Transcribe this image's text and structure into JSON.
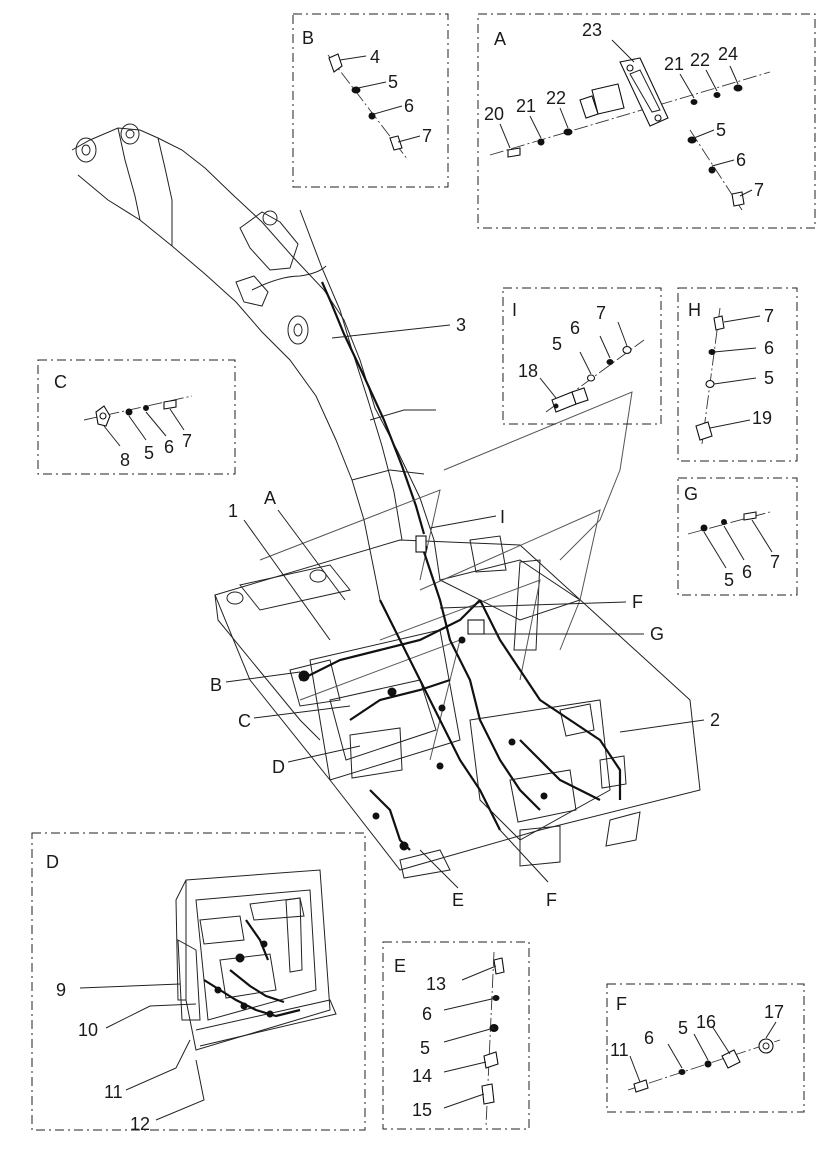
{
  "detail_views": {
    "A": {
      "title": "A",
      "callouts": [
        "23",
        "21",
        "22",
        "24",
        "20",
        "21",
        "22",
        "5",
        "6",
        "7"
      ]
    },
    "B": {
      "title": "B",
      "callouts": [
        "4",
        "5",
        "6",
        "7"
      ]
    },
    "C": {
      "title": "C",
      "callouts": [
        "8",
        "5",
        "6",
        "7"
      ]
    },
    "I": {
      "title": "I",
      "callouts": [
        "7",
        "5",
        "6",
        "18"
      ]
    },
    "H": {
      "title": "H",
      "callouts": [
        "7",
        "6",
        "5",
        "19"
      ]
    },
    "G": {
      "title": "G",
      "callouts": [
        "7",
        "5",
        "6"
      ]
    },
    "D": {
      "title": "D",
      "callouts": [
        "9",
        "10",
        "11",
        "12"
      ]
    },
    "E": {
      "title": "E",
      "callouts": [
        "13",
        "6",
        "5",
        "14",
        "15"
      ]
    },
    "F": {
      "title": "F",
      "callouts": [
        "17",
        "11",
        "6",
        "5",
        "16"
      ]
    }
  },
  "main_view": {
    "callouts": [
      "3",
      "1",
      "A",
      "I",
      "F",
      "G",
      "B",
      "C",
      "D",
      "2",
      "E",
      "F"
    ]
  },
  "icons": [
    "bracket-icon",
    "washer-icon",
    "bolt-icon",
    "relay-icon",
    "clamp-icon",
    "connector-icon"
  ]
}
